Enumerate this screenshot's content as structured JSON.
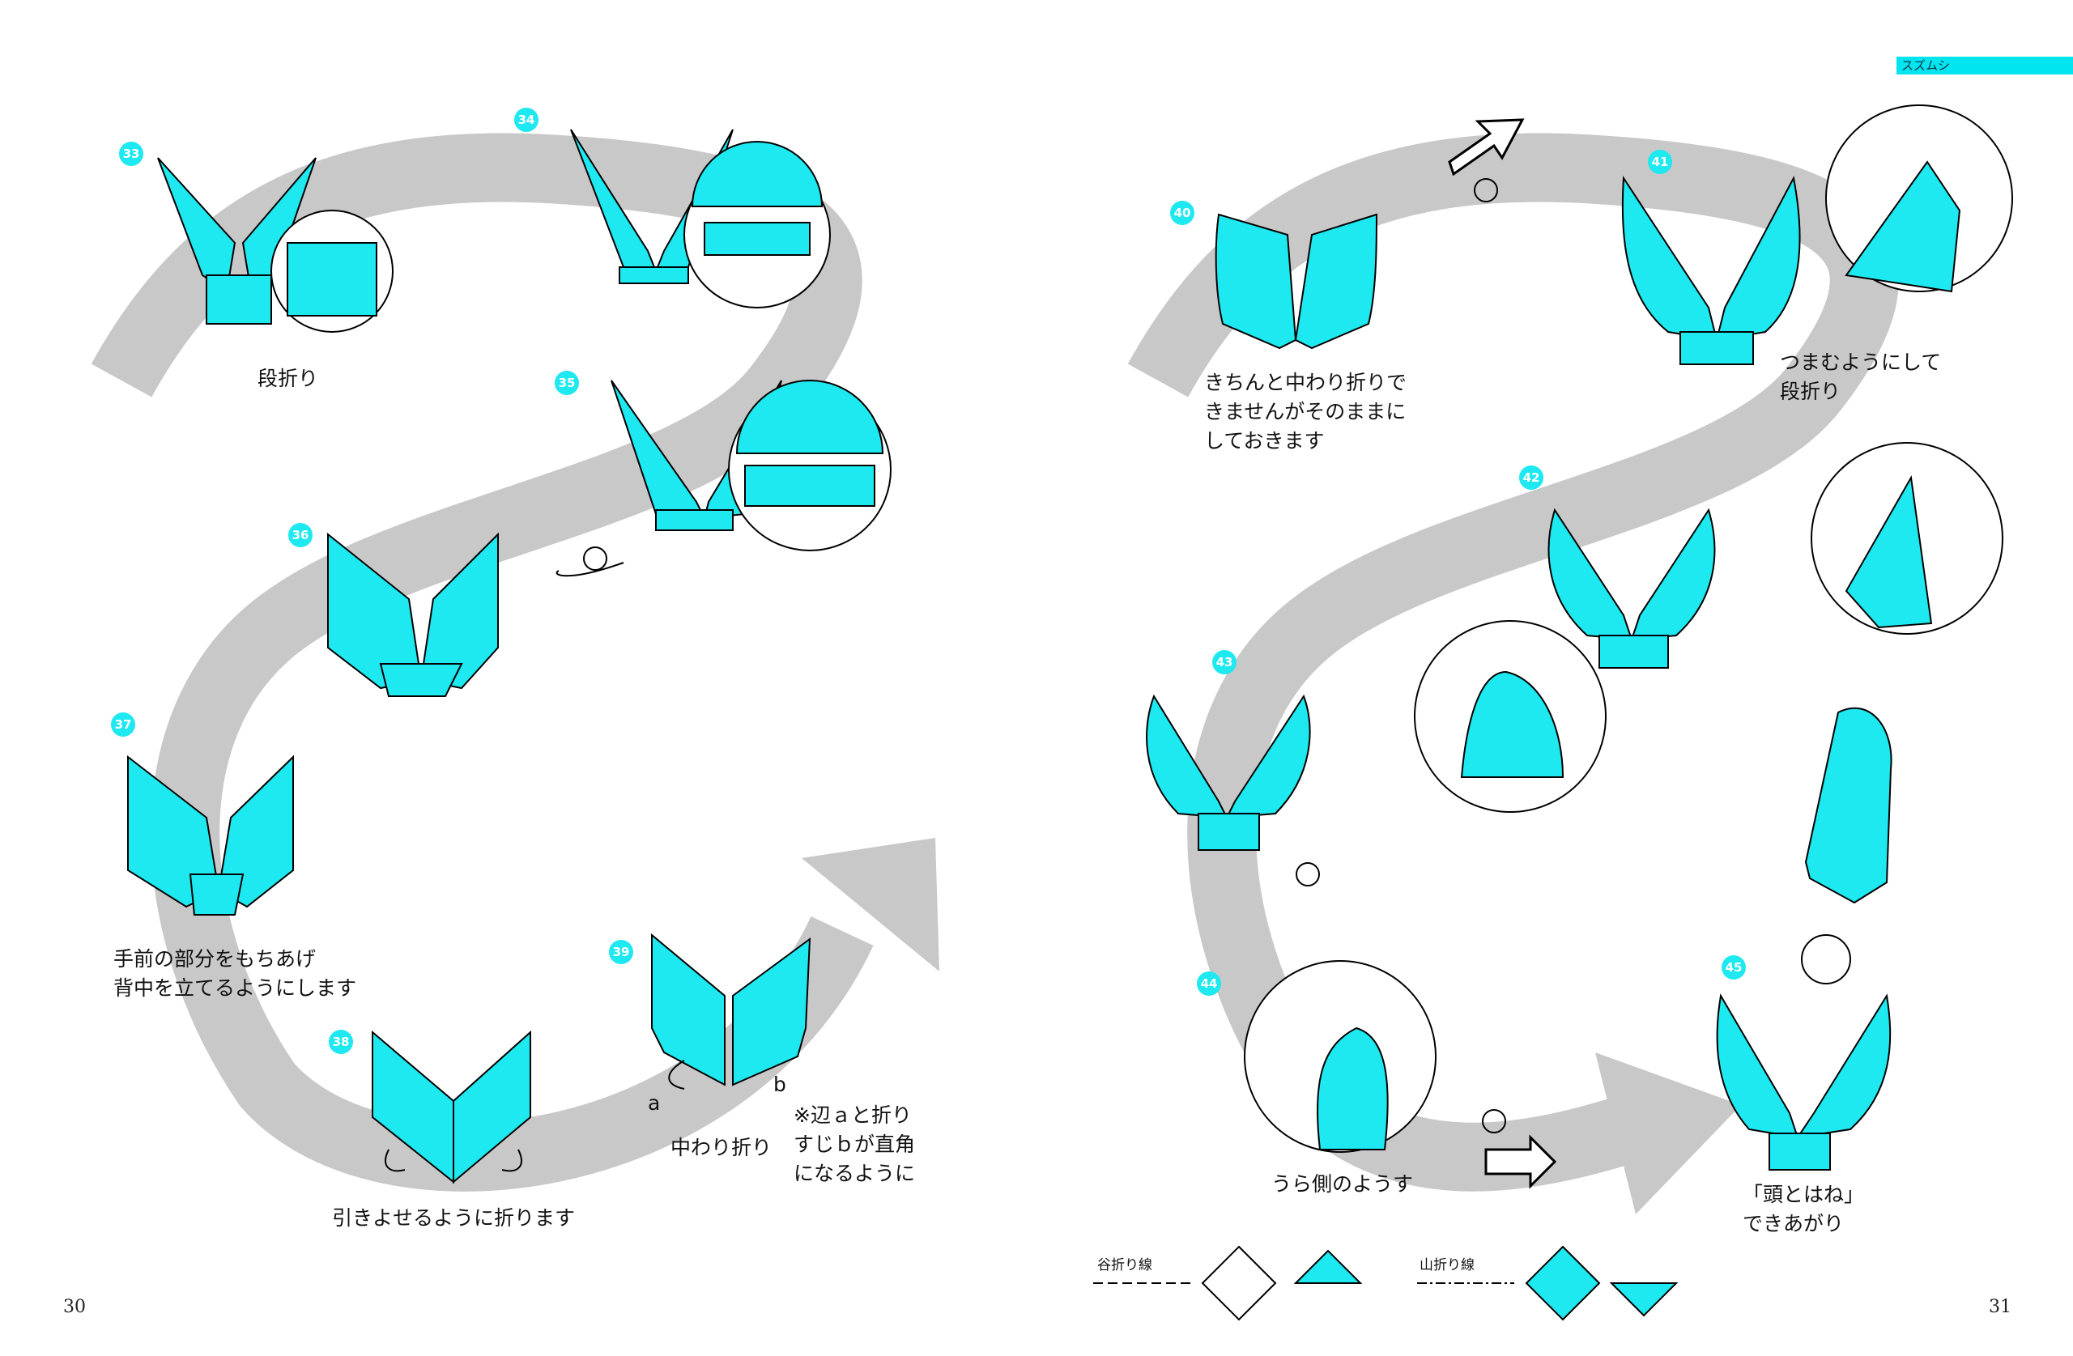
{
  "header": {
    "section_title": "スズムシ"
  },
  "pages": {
    "left_number": "30",
    "right_number": "31"
  },
  "steps": {
    "s33": "33",
    "s34": "34",
    "s35": "35",
    "s36": "36",
    "s37": "37",
    "s38": "38",
    "s39": "39",
    "s40": "40",
    "s41": "41",
    "s42": "42",
    "s43": "43",
    "s44": "44",
    "s45": "45"
  },
  "captions": {
    "c33": "段折り",
    "c37": "手前の部分をもちあげ\n背中を立てるようにします",
    "c38": "引きよせるように折ります",
    "c39": "中わり折り",
    "c39_note": "※辺ａと折り\nすじｂが直角\nになるように",
    "c39_a": "a",
    "c39_b": "b",
    "c40": "きちんと中わり折りで\nきませんがそのままに\nしておきます",
    "c41": "つまむようにして\n段折り",
    "c44": "うら側のようす",
    "c45": "「頭とはね」\nできあがり"
  },
  "legend": {
    "valley_fold": "谷折り線",
    "mountain_fold": "山折り線"
  },
  "colors": {
    "paper": "#1ee8f0",
    "path": "#c8c8c8",
    "accent": "#00e5ef"
  }
}
